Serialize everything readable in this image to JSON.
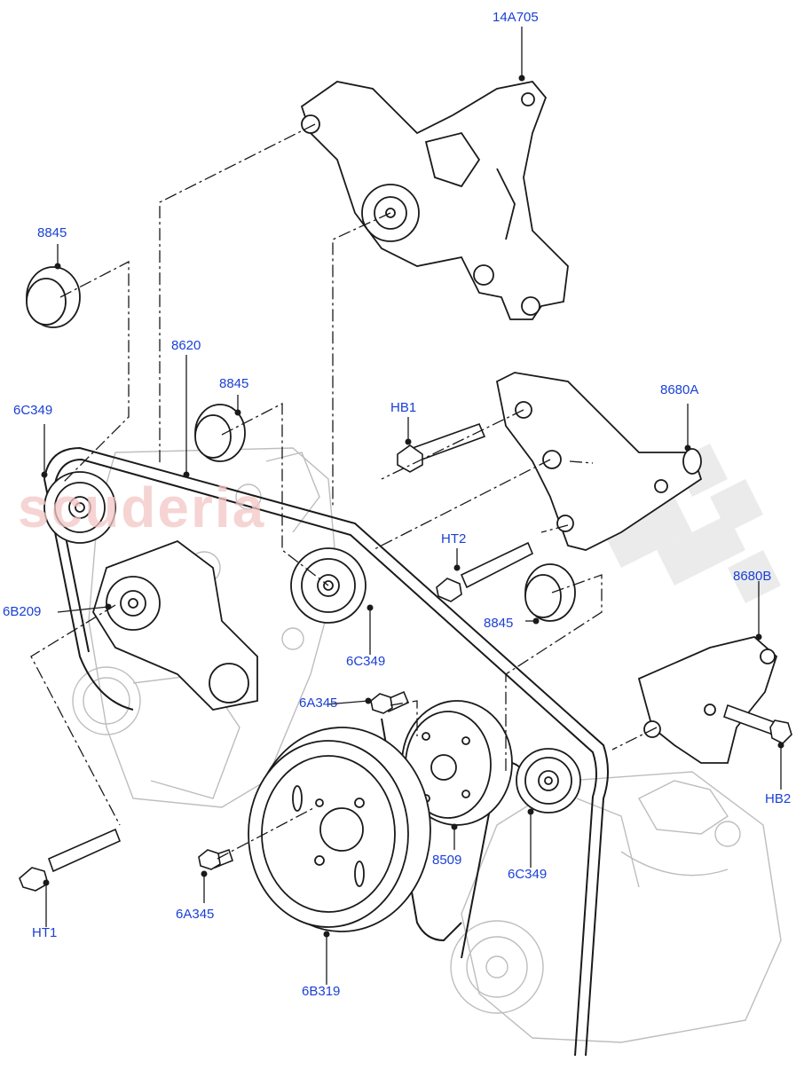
{
  "watermark": {
    "brand": "scuderia",
    "color": "#f0b4b4",
    "checker_color": "#d6d6d6"
  },
  "callouts": {
    "part_14A705": "14A705",
    "part_8845_top": "8845",
    "part_8620": "8620",
    "part_8845_mid": "8845",
    "part_6C349_left": "6C349",
    "part_HB1": "HB1",
    "part_8680A": "8680A",
    "part_HT2": "HT2",
    "part_8680B": "8680B",
    "part_6B209": "6B209",
    "part_8845_right": "8845",
    "part_6C349_mid": "6C349",
    "part_6A345_top": "6A345",
    "part_HB2": "HB2",
    "part_8509": "8509",
    "part_6C349_right": "6C349",
    "part_6A345_bottom": "6A345",
    "part_HT1": "HT1",
    "part_6B319": "6B319"
  },
  "colors": {
    "label": "#1a3fd6",
    "linework": "#1a1a1a",
    "ghost_linework": "#b5b5b5"
  }
}
